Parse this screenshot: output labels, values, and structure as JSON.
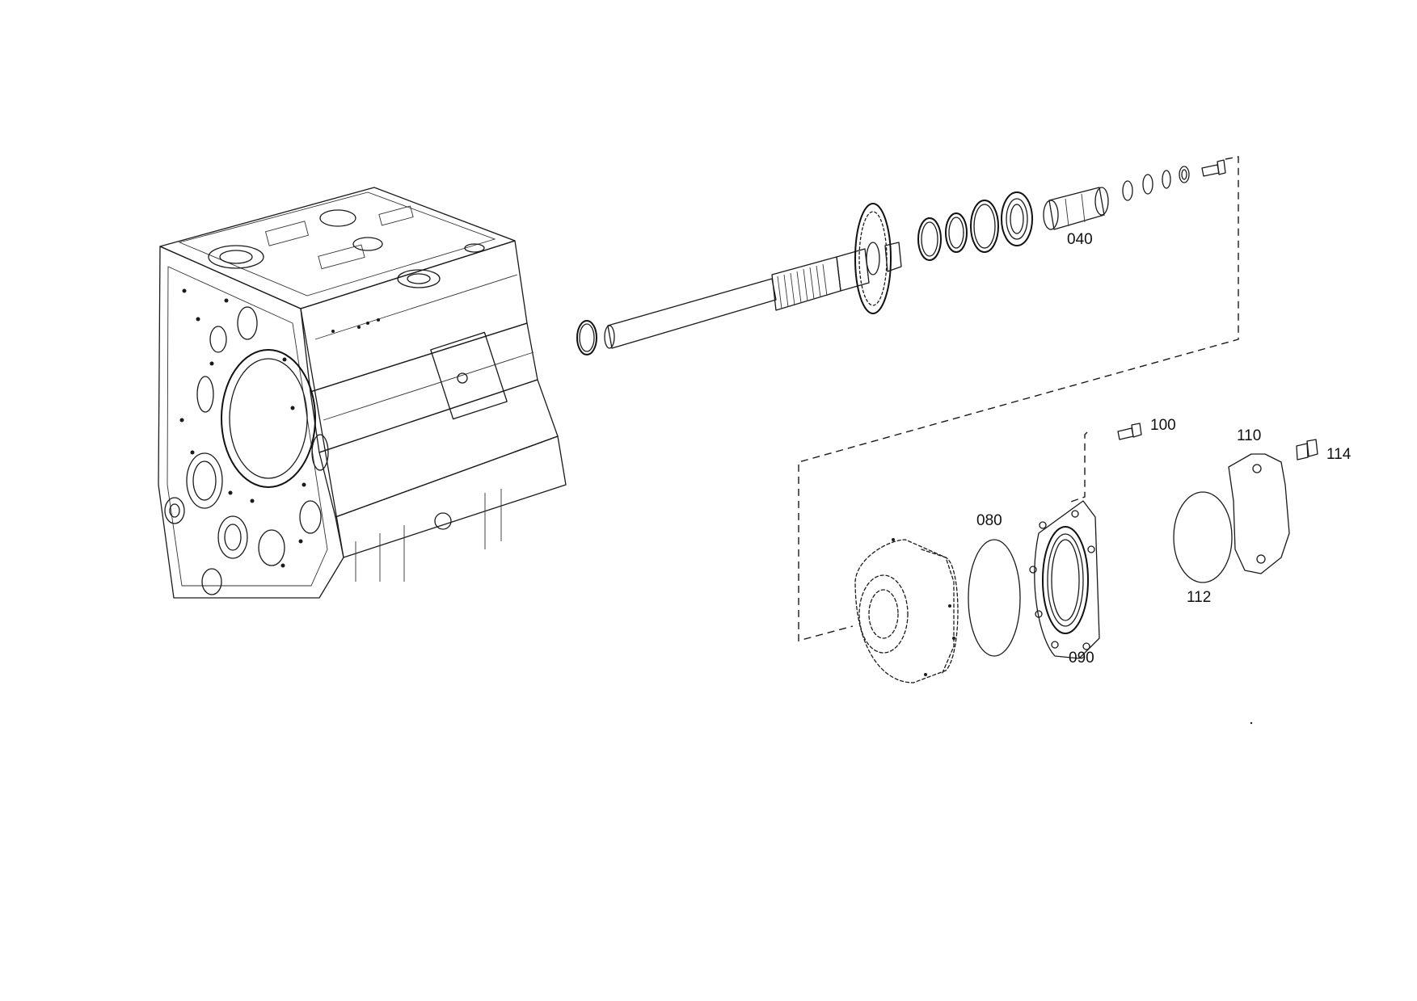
{
  "diagram": {
    "part_labels": {
      "p040": "040",
      "p080": "080",
      "p090": "090",
      "p100": "100",
      "p110": "110",
      "p112": "112",
      "p114": "114"
    },
    "colors": {
      "line": "#1a1a1a",
      "background": "#ffffff"
    }
  }
}
